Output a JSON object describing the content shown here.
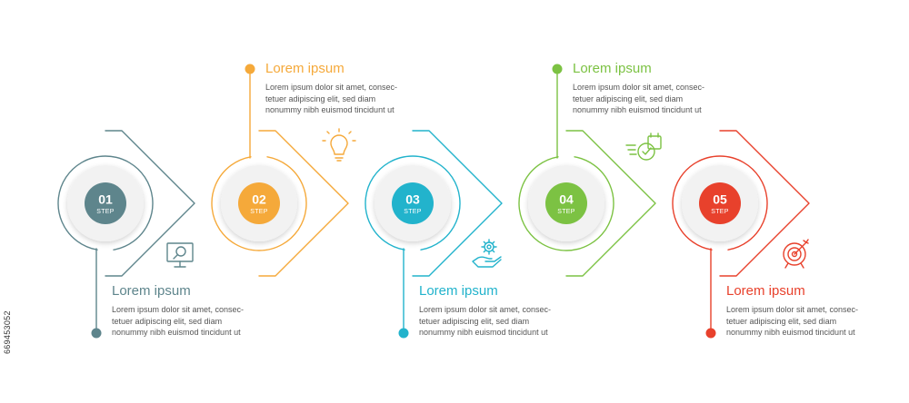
{
  "steps": [
    {
      "number": "01",
      "label": "STEP",
      "color": "#5e858c",
      "icon": "monitor-search-icon",
      "title": "Lorem ipsum",
      "body": [
        "Lorem ipsum dolor sit amet, consec-",
        "tetuer adipiscing elit, sed diam",
        "nonummy nibh euismod tincidunt ut"
      ]
    },
    {
      "number": "02",
      "label": "STEP",
      "color": "#f5a93a",
      "icon": "lightbulb-icon",
      "title": "Lorem ipsum",
      "body": [
        "Lorem ipsum dolor sit amet, consec-",
        "tetuer adipiscing elit, sed diam",
        "nonummy nibh euismod tincidunt ut"
      ]
    },
    {
      "number": "03",
      "label": "STEP",
      "color": "#22b3cc",
      "icon": "gear-hand-icon",
      "title": "Lorem ipsum",
      "body": [
        "Lorem ipsum dolor sit amet, consec-",
        "tetuer adipiscing elit, sed diam",
        "nonummy nibh euismod tincidunt ut"
      ]
    },
    {
      "number": "04",
      "label": "STEP",
      "color": "#7cc243",
      "icon": "fast-calendar-icon",
      "title": "Lorem ipsum",
      "body": [
        "Lorem ipsum dolor sit amet, consec-",
        "tetuer adipiscing elit, sed diam",
        "nonummy nibh euismod tincidunt ut"
      ]
    },
    {
      "number": "05",
      "label": "STEP",
      "color": "#e8412c",
      "icon": "target-icon",
      "title": "Lorem ipsum",
      "body": [
        "Lorem ipsum dolor sit amet, consec-",
        "tetuer adipiscing elit, sed diam",
        "nonummy nibh euismod tincidunt ut"
      ]
    }
  ],
  "stock_id": "669453052",
  "colors": {
    "disc_fill": "#f2f2f2",
    "disc_shadow": "#dcdcdc",
    "body_text": "#555555"
  }
}
